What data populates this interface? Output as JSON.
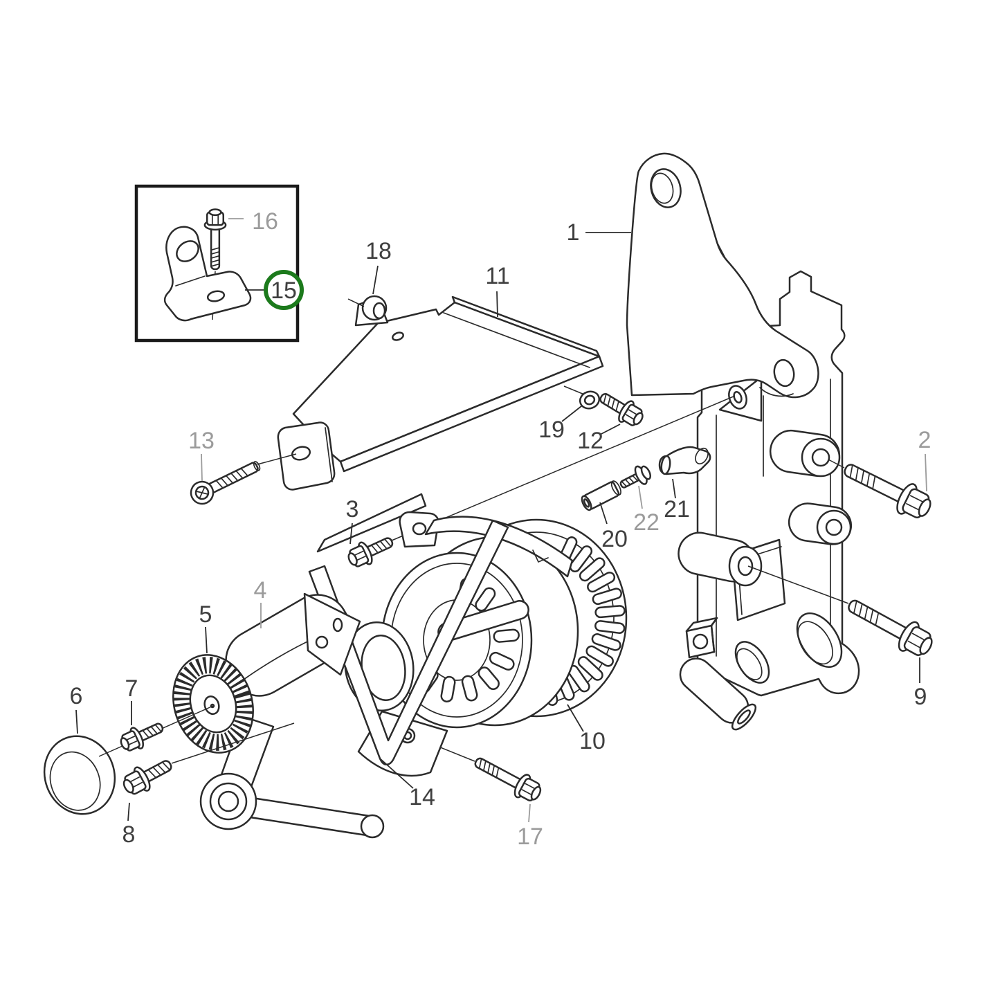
{
  "figure": {
    "kind": "exploded-parts-diagram",
    "subject": "alternator mounting assembly line drawing",
    "highlighted_callout": "15"
  },
  "colors": {
    "background": "#ffffff",
    "line_dark": "#2b2b2b",
    "label_dark": "#3f3f3f",
    "label_gray": "#9b9b9b",
    "highlight_green": "#1c7a1c"
  },
  "callouts": {
    "1": "1",
    "2": "2",
    "3": "3",
    "4": "4",
    "5": "5",
    "6": "6",
    "7": "7",
    "8": "8",
    "9": "9",
    "10": "10",
    "11": "11",
    "12": "12",
    "13": "13",
    "14": "14",
    "15": "15",
    "16": "16",
    "17": "17",
    "18": "18",
    "19": "19",
    "20": "20",
    "21": "21",
    "22": "22"
  },
  "gray_callouts": [
    "2",
    "4",
    "13",
    "16",
    "17",
    "22"
  ]
}
